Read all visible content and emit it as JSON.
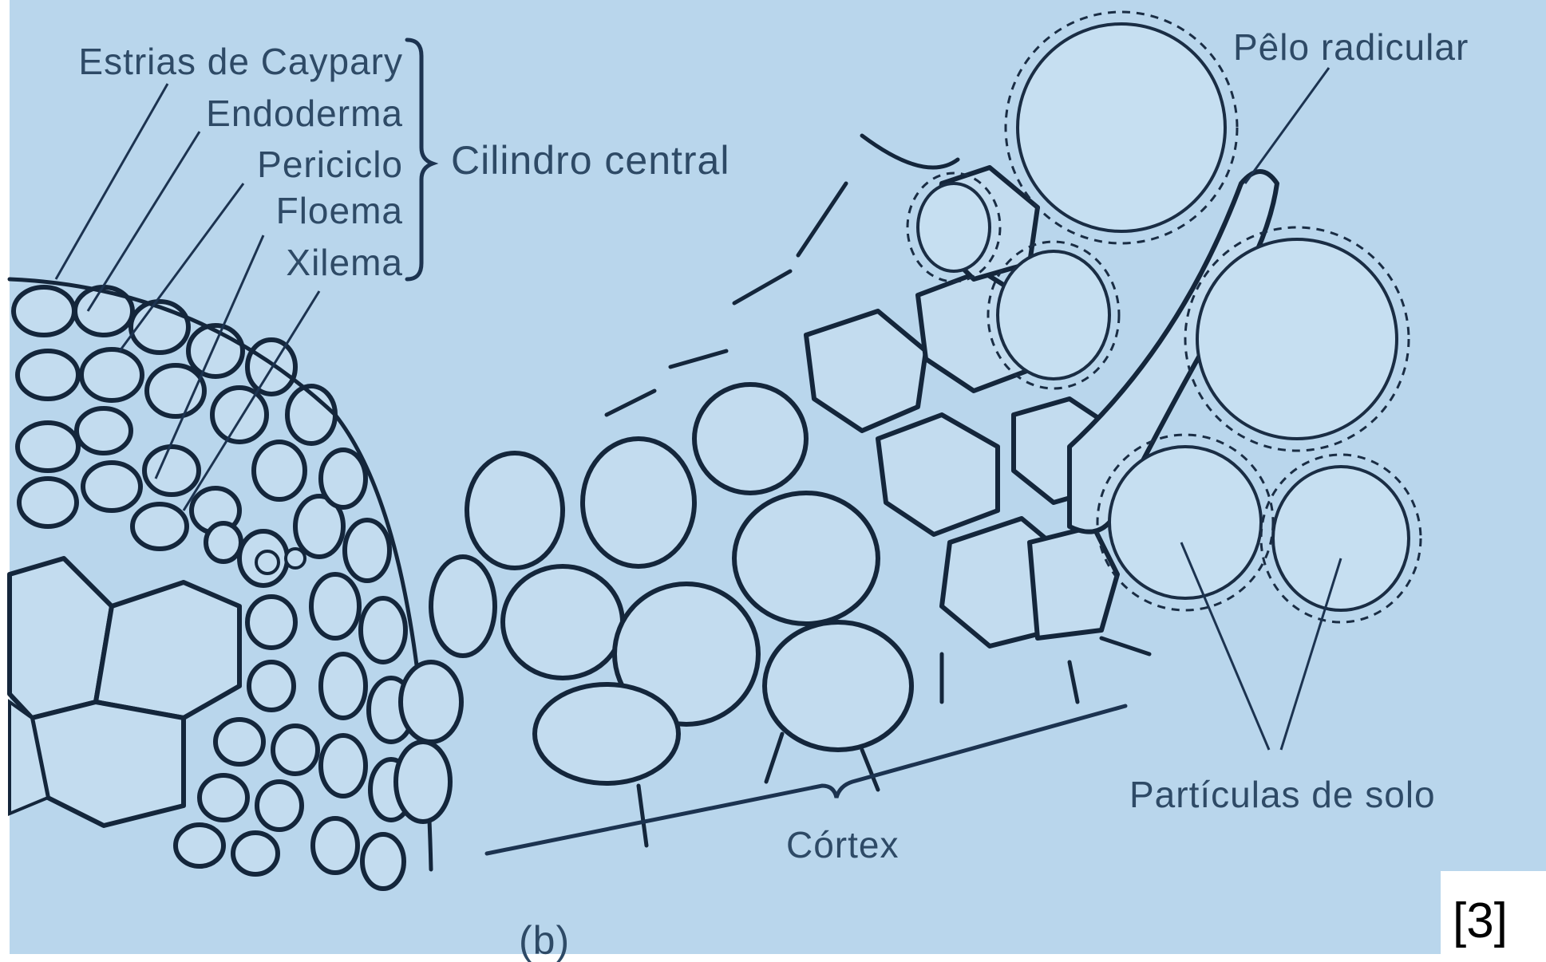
{
  "figure": {
    "labels": {
      "estrias": "Estrias de Caypary",
      "endoderma": "Endoderma",
      "periciclo": "Periciclo",
      "floema": "Floema",
      "xilema": "Xilema",
      "cilindro": "Cilindro central",
      "pelo": "Pêlo radicular",
      "particulas": "Partículas de solo",
      "cortex": "Córtex",
      "panel": "(b)"
    },
    "reference": "[3]",
    "colors": {
      "background": "#b9d6ec",
      "ink": "#14263b",
      "label": "#2e4a66"
    }
  }
}
